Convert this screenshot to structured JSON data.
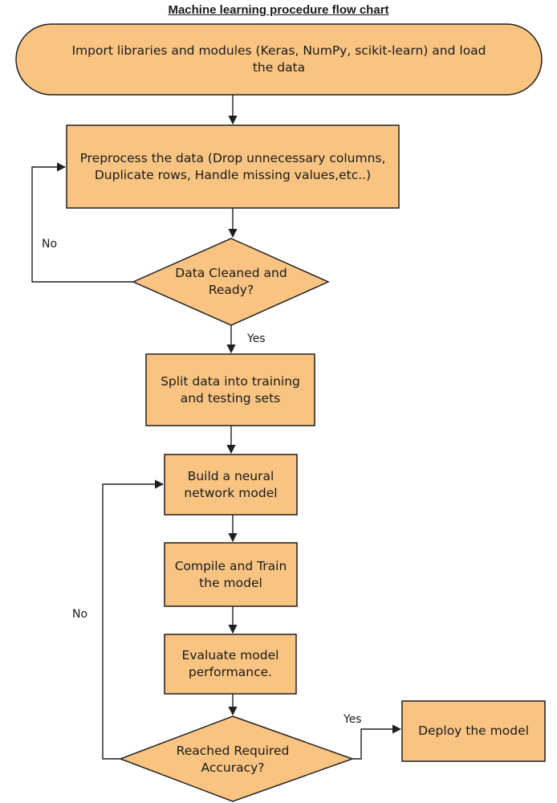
{
  "title": "Machine learning procedure flow chart",
  "colors": {
    "node_fill": "#f9c482",
    "node_stroke": "#1f1f1f",
    "connector": "#1f1f1f"
  },
  "nodes": [
    {
      "id": "import",
      "shape": "terminator",
      "text": "Import libraries and modules (Keras, NumPy, scikit-learn) and load the data"
    },
    {
      "id": "preprocess",
      "shape": "process",
      "text": "Preprocess the data (Drop unnecessary columns, Duplicate rows, Handle missing values,etc..)"
    },
    {
      "id": "cleaned",
      "shape": "decision",
      "text": "Data Cleaned and Ready?"
    },
    {
      "id": "split",
      "shape": "process",
      "text": "Split data into training and testing sets"
    },
    {
      "id": "build",
      "shape": "process",
      "text": "Build a neural network model"
    },
    {
      "id": "compile",
      "shape": "process",
      "text": "Compile and Train the model"
    },
    {
      "id": "evaluate",
      "shape": "process",
      "text": "Evaluate model performance."
    },
    {
      "id": "accuracy",
      "shape": "decision",
      "text": "Reached Required Accuracy?"
    },
    {
      "id": "deploy",
      "shape": "process",
      "text": "Deploy the model"
    }
  ],
  "edges": [
    {
      "from": "import",
      "to": "preprocess",
      "label": ""
    },
    {
      "from": "preprocess",
      "to": "cleaned",
      "label": ""
    },
    {
      "from": "cleaned",
      "to": "preprocess",
      "label": "No"
    },
    {
      "from": "cleaned",
      "to": "split",
      "label": "Yes"
    },
    {
      "from": "split",
      "to": "build",
      "label": ""
    },
    {
      "from": "build",
      "to": "compile",
      "label": ""
    },
    {
      "from": "compile",
      "to": "evaluate",
      "label": ""
    },
    {
      "from": "evaluate",
      "to": "accuracy",
      "label": ""
    },
    {
      "from": "accuracy",
      "to": "build",
      "label": "No"
    },
    {
      "from": "accuracy",
      "to": "deploy",
      "label": "Yes"
    }
  ]
}
